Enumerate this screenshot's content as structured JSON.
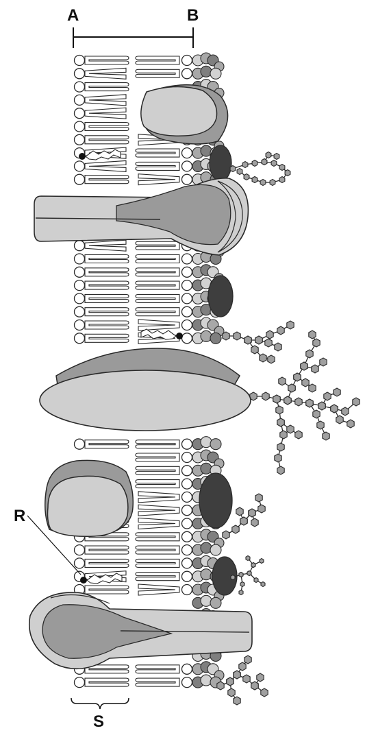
{
  "labels": {
    "a": "A",
    "b": "B",
    "r": "R",
    "s": "S"
  },
  "colors": {
    "outline": "#2a2a2a",
    "protein_light": "#cfcfcf",
    "protein_mid": "#9a9a9a",
    "protein_dark": "#3e3e3e",
    "bead_light": "#d2d2d2",
    "bead_mid": "#a8a8a8",
    "bead_dark": "#7f7f7f",
    "sugar": "#a0a0a0",
    "background": "#ffffff"
  }
}
